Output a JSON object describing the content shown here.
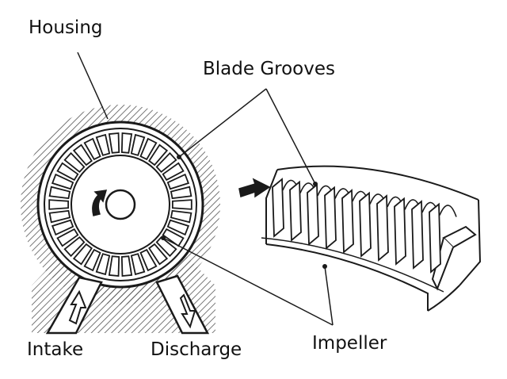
{
  "labels": {
    "housing": "Housing",
    "blade_grooves": "Blade Grooves",
    "intake": "Intake",
    "discharge": "Discharge",
    "impeller": "Impeller"
  },
  "colors": {
    "ink": "#1a1a1a",
    "hatch": "#555555",
    "background": "#ffffff"
  },
  "icons": {
    "rotation": "curved-arrow-icon",
    "flow": "flow-arrow-icon"
  }
}
